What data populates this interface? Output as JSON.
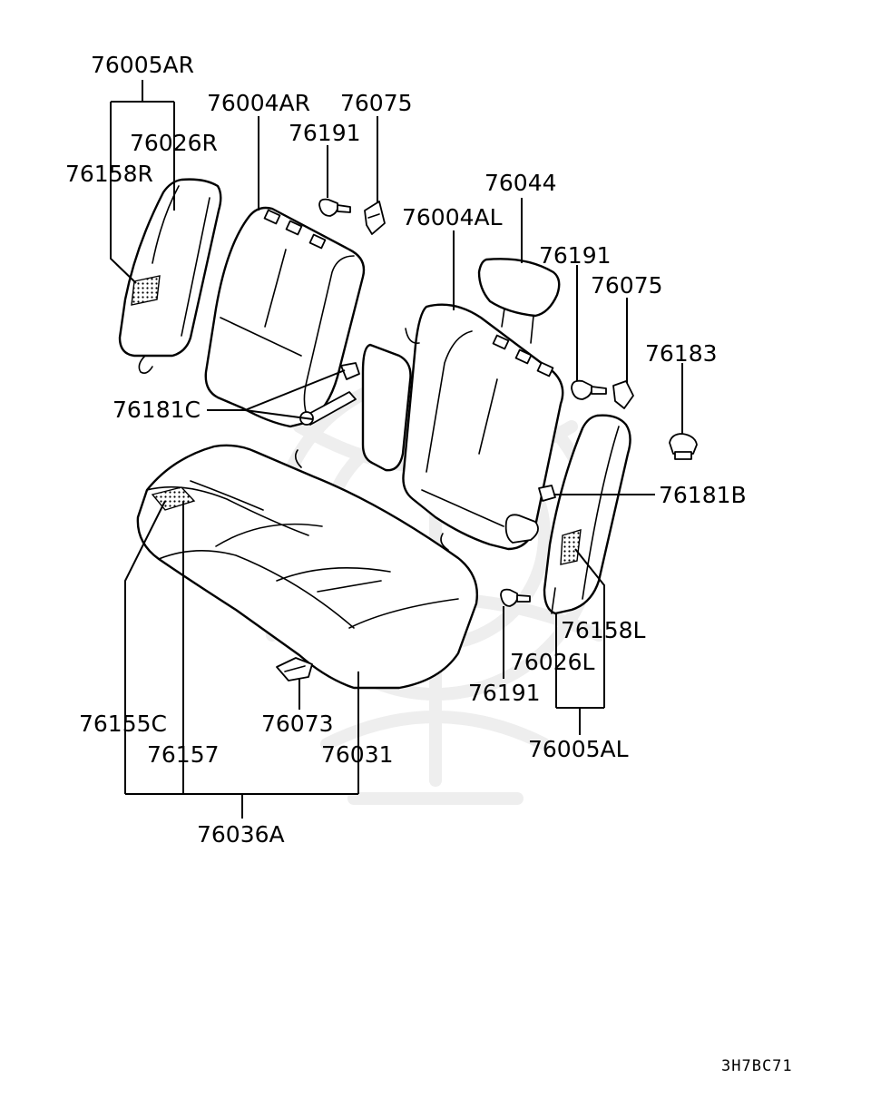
{
  "diagram": {
    "labels": {
      "p76005AR": "76005AR",
      "p76004AR": "76004AR",
      "p76075_top": "76075",
      "p76191_top": "76191",
      "p76026R": "76026R",
      "p76158R": "76158R",
      "p76044": "76044",
      "p76004AL": "76004AL",
      "p76191_mid": "76191",
      "p76075_mid": "76075",
      "p76183": "76183",
      "p76181C": "76181C",
      "p76181B": "76181B",
      "p76158L": "76158L",
      "p76026L": "76026L",
      "p76191_low": "76191",
      "p76005AL": "76005AL",
      "p76155C": "76155C",
      "p76073": "76073",
      "p76157": "76157",
      "p76031": "76031",
      "p76036A": "76036A"
    },
    "figure_code": "3H7BC71"
  }
}
